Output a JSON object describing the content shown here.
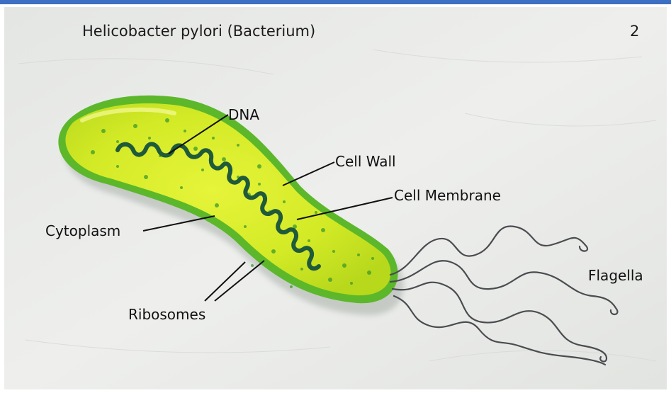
{
  "header": {
    "title": "Helicobacter pylori (Bacterium)",
    "page_number": "2"
  },
  "labels": {
    "dna": "DNA",
    "cell_wall": "Cell Wall",
    "cell_membrane": "Cell Membrane",
    "cytoplasm": "Cytoplasm",
    "flagella": "Flagella",
    "ribosomes": "Ribosomes"
  },
  "colors": {
    "accent_bar": "#3d6fc2",
    "background_cloth": "#e9ebe9",
    "cell_wall": "#5cb82a",
    "cytoplasm": "#d4ec28",
    "dna_strand": "#1f5a3a",
    "flagella_wire": "#4a4c50",
    "label_text": "#111111"
  }
}
